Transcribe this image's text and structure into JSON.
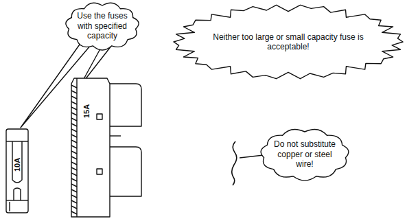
{
  "diagram": {
    "nodes": [
      {
        "text": [
          "Use the fuses with specified capacity"
        ]
      },
      {
        "text": [
          "Neither too large or small capacity fuse is acceptable!"
        ]
      },
      {
        "text": [
          "Do not substitute copper or steel wire!"
        ]
      }
    ],
    "labels": [
      "10A",
      "15A"
    ]
  }
}
